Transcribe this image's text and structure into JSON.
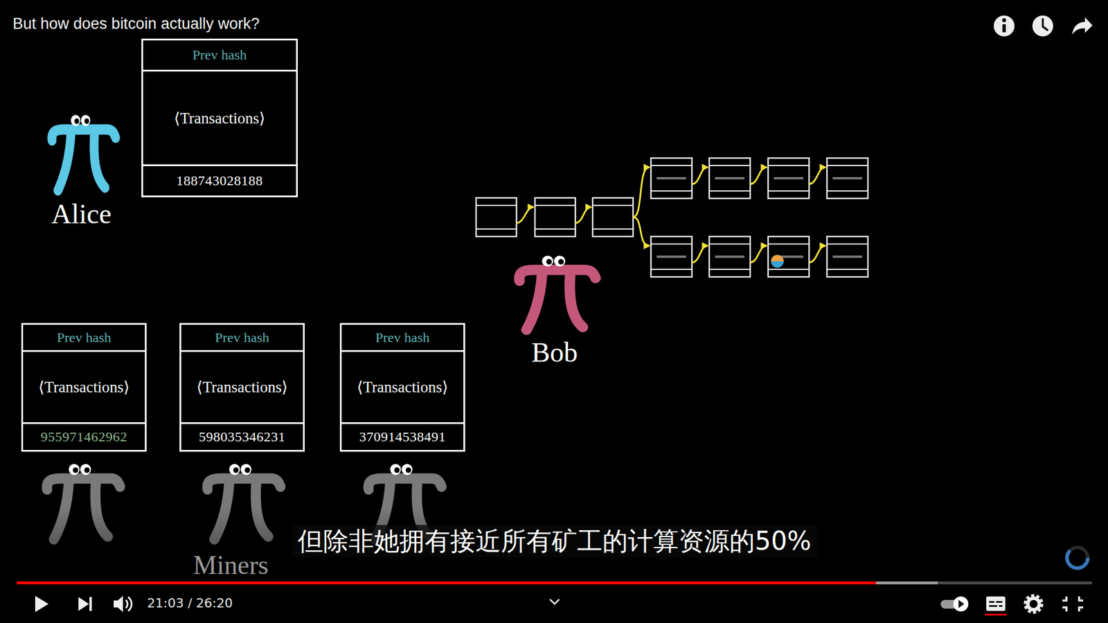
{
  "diagram": {
    "title": "But how does bitcoin actually work?",
    "nodes": [
      {
        "text": [
          "Prev hash",
          "⟨Transactions⟩",
          "188743028188"
        ]
      },
      {
        "text": [
          "Prev hash",
          "⟨Transactions⟩",
          "955971462962"
        ]
      },
      {
        "text": [
          "Prev hash",
          "⟨Transactions⟩",
          "598035346231"
        ]
      },
      {
        "text": [
          "Prev hash",
          "⟨Transactions⟩",
          "370914538491"
        ]
      }
    ],
    "labels": [
      "Alice",
      "Bob",
      "Miners",
      "但除非她拥有接近所有矿工的计算资源的50%",
      "21:03 / 26:20"
    ]
  }
}
